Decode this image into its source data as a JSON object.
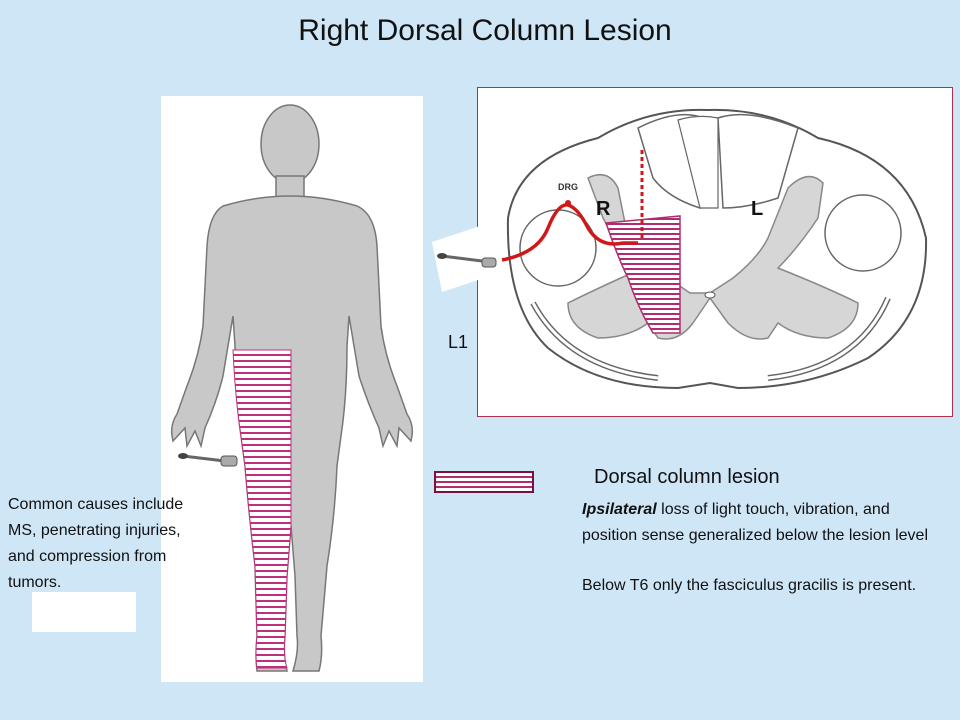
{
  "title": "Right Dorsal Column  Lesion",
  "cord": {
    "drg_label": "DRG",
    "right_label": "R",
    "left_label": "L",
    "level_label": "L1"
  },
  "legend": {
    "label": "Dorsal column lesion",
    "colors": {
      "stripe": "#c0307a",
      "outline": "#7a1040"
    }
  },
  "description": {
    "emphasis": "Ipsilateral",
    "line1_rest": " loss of light touch, vibration, and position sense generalized below the lesion level",
    "line2": "Below T6 only the fasciculus gracilis is present."
  },
  "causes": "Common causes include MS, penetrating injuries, and compression from tumors.",
  "colors": {
    "background": "#cfe6f7",
    "body_fill": "#c8c8c8",
    "nerve": "#d01818",
    "grey_matter": "#d6d6d6"
  }
}
